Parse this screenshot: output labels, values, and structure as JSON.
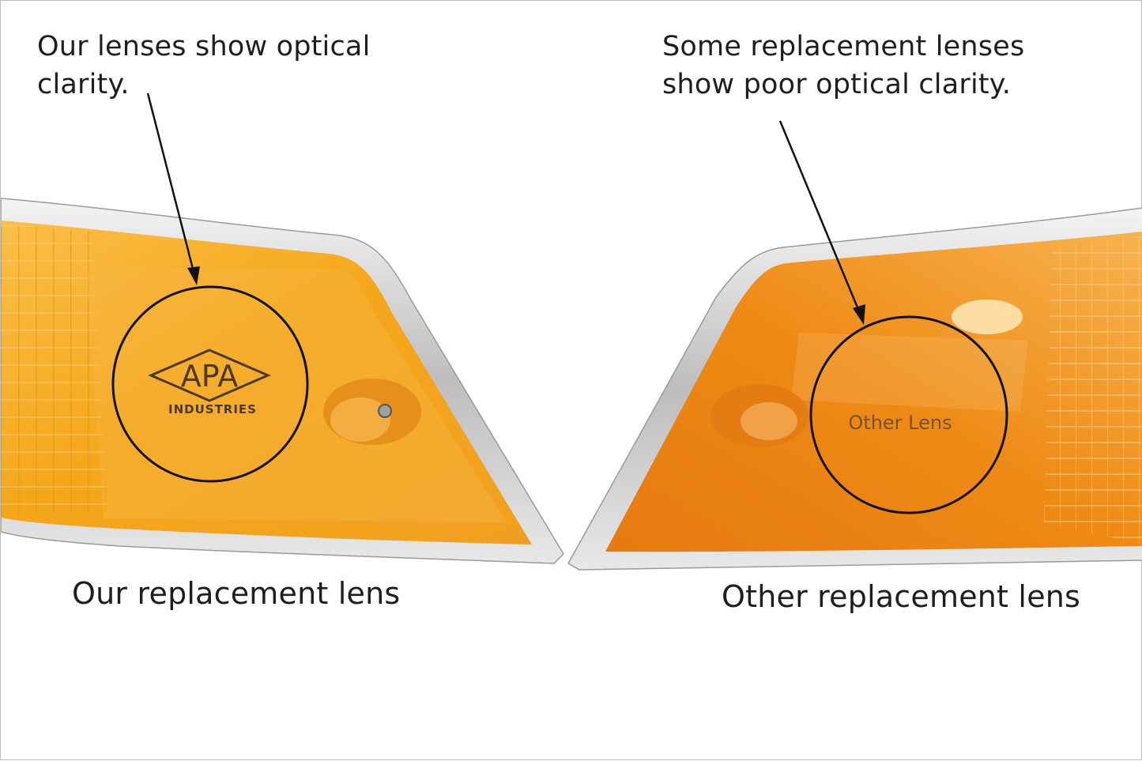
{
  "annotations": {
    "left_note": {
      "line1": "Our lenses show optical",
      "line2": "clarity."
    },
    "right_note": {
      "line1": "Some replacement lenses",
      "line2": "show poor optical clarity."
    }
  },
  "labels": {
    "left": "Our replacement lens",
    "right": "Other replacement lens"
  },
  "markings": {
    "left_logo_text": "APA",
    "left_logo_subtext": "INDUSTRIES",
    "right_lens_text": "Other Lens"
  },
  "colors": {
    "background": "#ffffff",
    "amber_lens": "#f5a71a",
    "orange_lens": "#ee8a14",
    "chrome_trim": "#d9d9d9",
    "ink": "#1e1e1e"
  }
}
